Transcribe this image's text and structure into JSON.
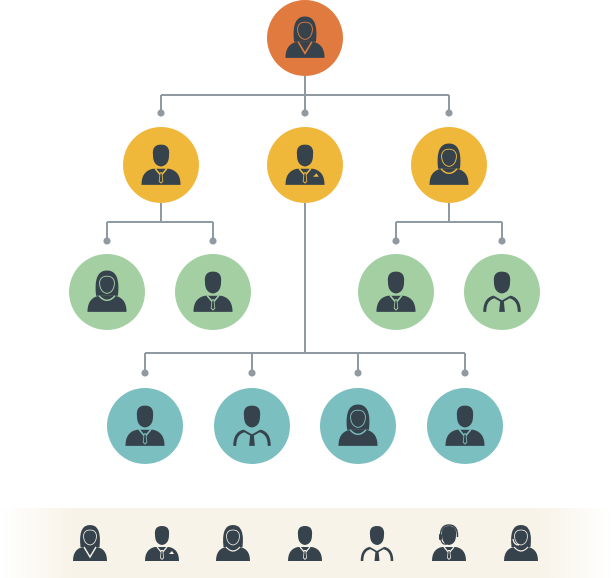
{
  "colors": {
    "level0": "#e07a3e",
    "level1": "#f0b83a",
    "level2": "#a3cfa3",
    "level3": "#7bbfc0",
    "silhouette": "#36434d",
    "connector": "#8f9aa3",
    "legend_background": "#f8f3e8"
  },
  "nodes": [
    {
      "id": "root",
      "level": 0,
      "icon": "woman-v-neck-icon",
      "parent": null
    },
    {
      "id": "l1a",
      "level": 1,
      "icon": "man-suit-tie-icon",
      "parent": "root"
    },
    {
      "id": "l1b",
      "level": 1,
      "icon": "man-suit-pocket-square-icon",
      "parent": "root"
    },
    {
      "id": "l1c",
      "level": 1,
      "icon": "woman-long-hair-icon",
      "parent": "root"
    },
    {
      "id": "l2a",
      "level": 2,
      "icon": "woman-long-hair-icon",
      "parent": "l1a"
    },
    {
      "id": "l2b",
      "level": 2,
      "icon": "man-suit-tie-icon",
      "parent": "l1a"
    },
    {
      "id": "l2c",
      "level": 2,
      "icon": "man-suit-tie-icon",
      "parent": "l1c"
    },
    {
      "id": "l2d",
      "level": 2,
      "icon": "man-shirt-tie-icon",
      "parent": "l1c"
    },
    {
      "id": "l3a",
      "level": 3,
      "icon": "man-suit-tie-icon",
      "parent": "l1b"
    },
    {
      "id": "l3b",
      "level": 3,
      "icon": "man-shirt-tie-icon",
      "parent": "l1b"
    },
    {
      "id": "l3c",
      "level": 3,
      "icon": "woman-long-hair-icon",
      "parent": "l1b"
    },
    {
      "id": "l3d",
      "level": 3,
      "icon": "man-suit-tie-icon",
      "parent": "l1b"
    }
  ],
  "legend_icons": [
    "woman-v-neck-icon",
    "man-suit-pocket-square-icon",
    "woman-long-hair-icon",
    "man-suit-tie-icon",
    "man-shirt-tie-icon",
    "man-headset-icon",
    "woman-headset-icon"
  ]
}
